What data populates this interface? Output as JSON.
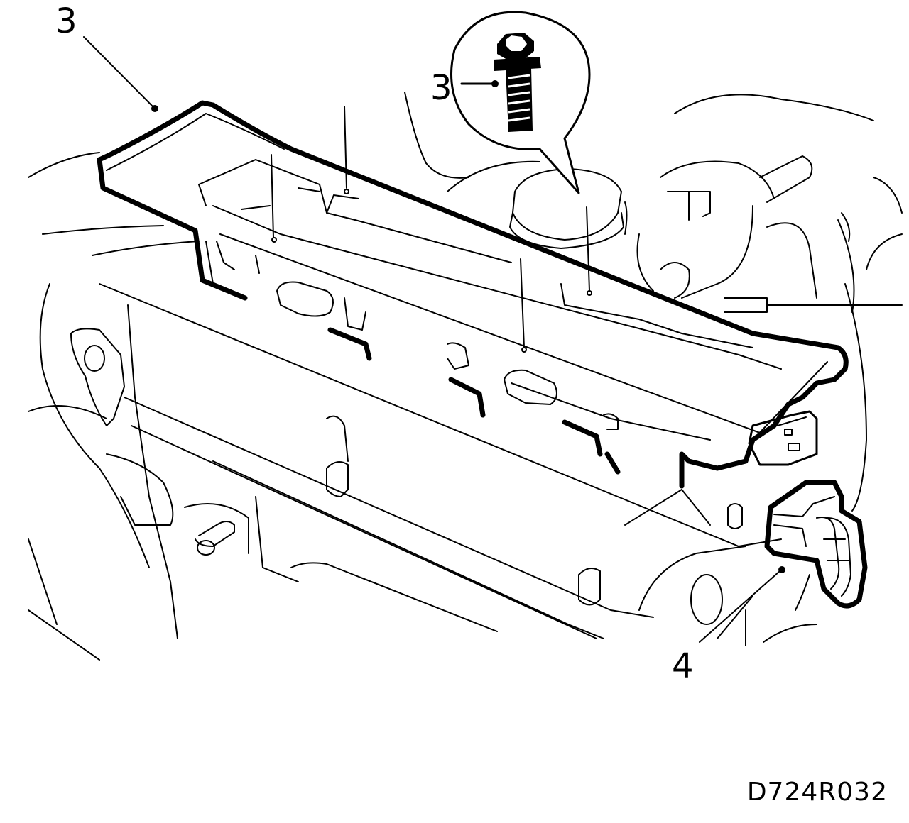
{
  "callouts": {
    "cover": "3",
    "bolt": "3",
    "connector": "4"
  },
  "figure_id": "D724R032",
  "colors": {
    "line": "#000000",
    "background": "#ffffff"
  }
}
